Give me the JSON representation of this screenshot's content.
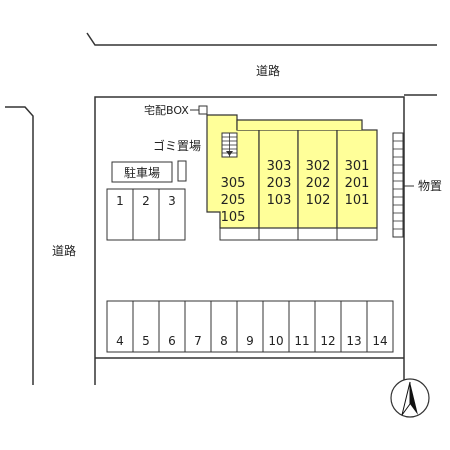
{
  "labels": {
    "road_top": "道路",
    "road_left": "道路",
    "delivery_box": "宅配BOX",
    "garbage": "ゴミ置場",
    "parking": "駐車場",
    "storage": "物置"
  },
  "parking_top": [
    "1",
    "2",
    "3"
  ],
  "parking_bottom": [
    "4",
    "5",
    "6",
    "7",
    "8",
    "9",
    "10",
    "11",
    "12",
    "13",
    "14"
  ],
  "units": {
    "col_left": [
      "305",
      "205",
      "105"
    ],
    "col_a": [
      "303",
      "203",
      "103"
    ],
    "col_b": [
      "302",
      "202",
      "102"
    ],
    "col_c": [
      "301",
      "201",
      "101"
    ]
  },
  "colors": {
    "building_fill": "#ffff99",
    "line": "#333333"
  },
  "icons": {
    "north": "north-arrow-icon",
    "stairs": "stairs-icon"
  }
}
